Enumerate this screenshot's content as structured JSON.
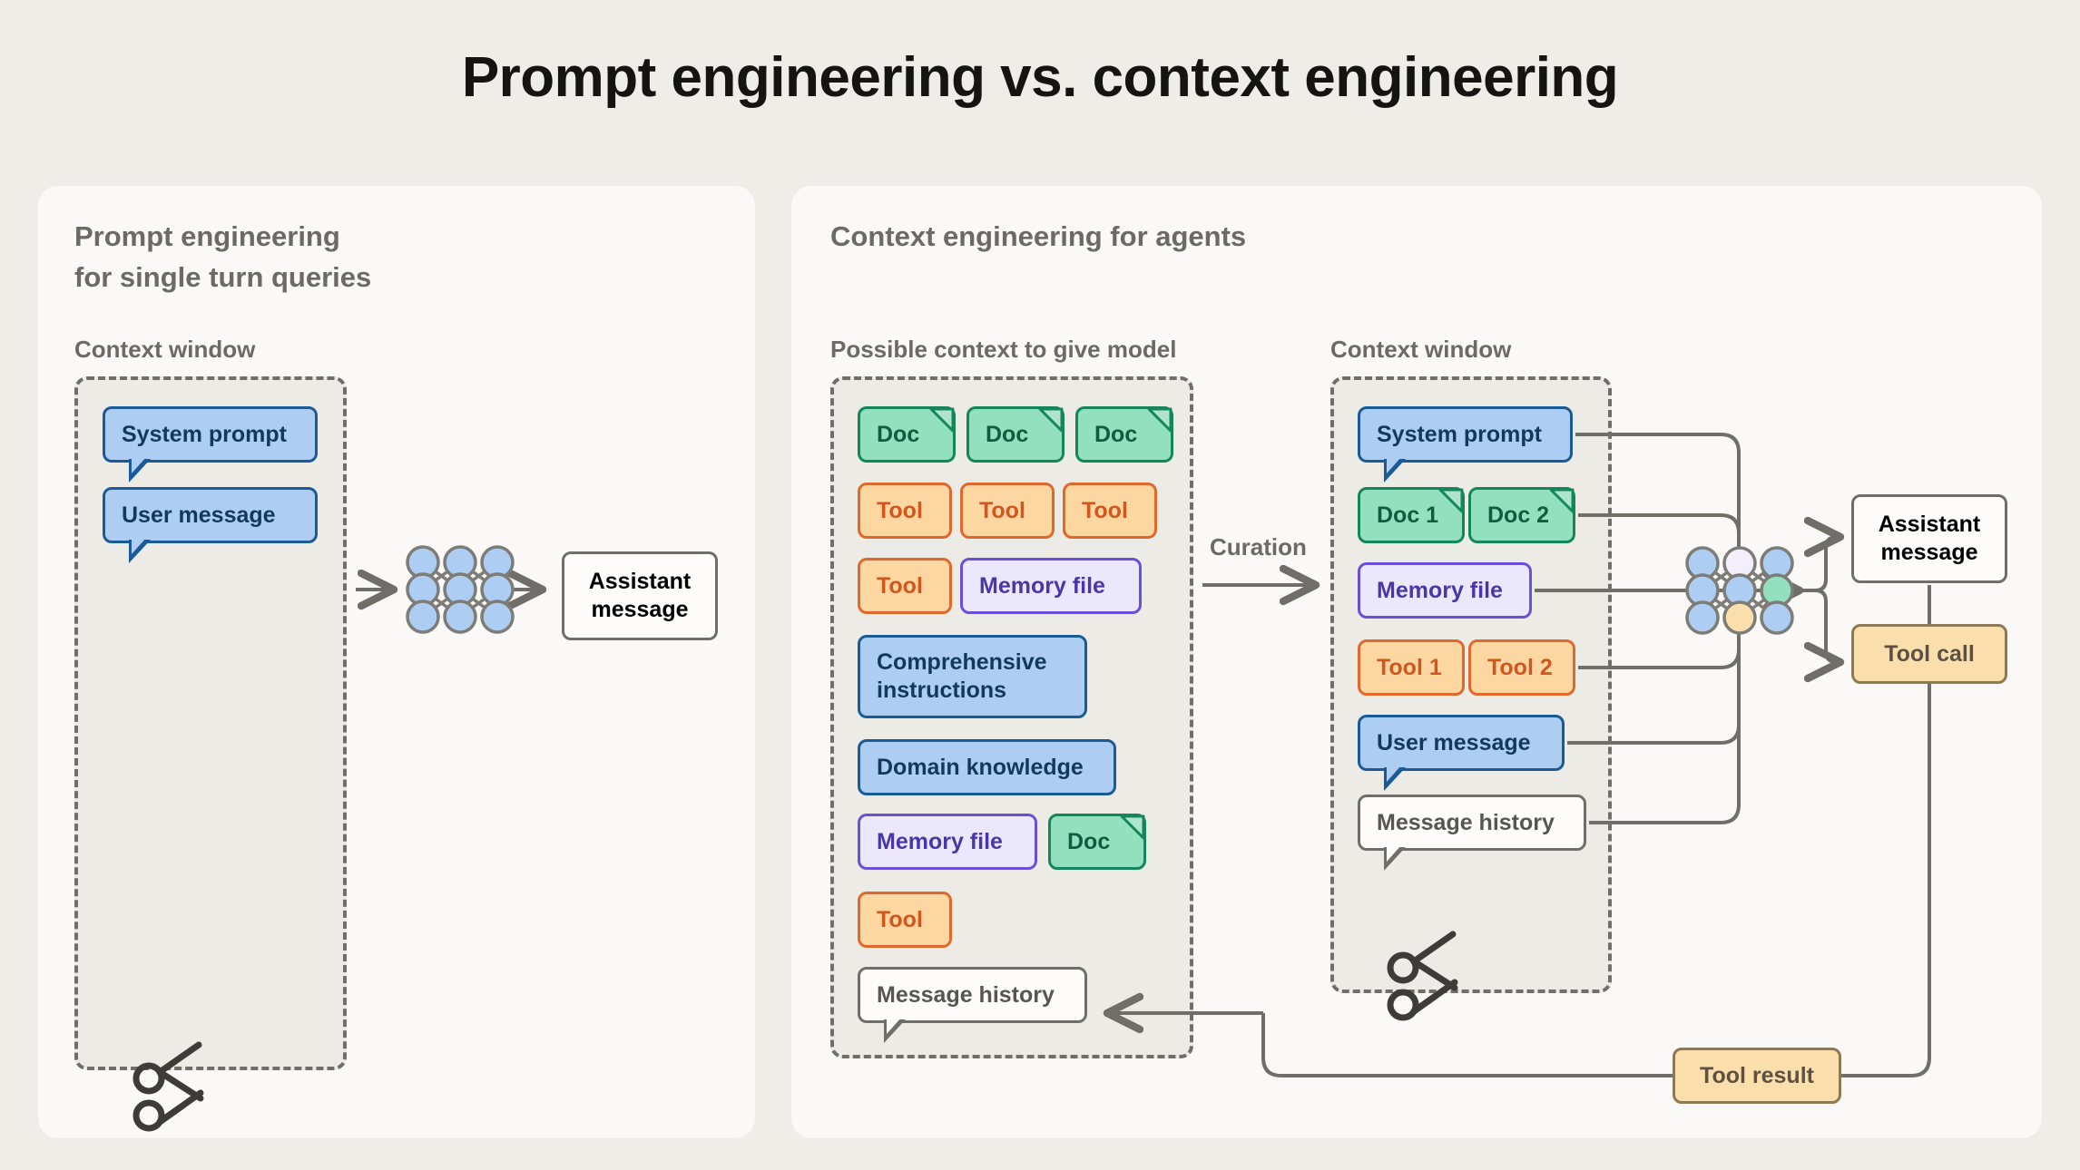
{
  "title": "Prompt engineering vs. context engineering",
  "left_panel": {
    "heading": "Prompt engineering\nfor single turn queries",
    "context_window_label": "Context window",
    "items": [
      {
        "label": "System prompt",
        "kind": "blue-bubble"
      },
      {
        "label": "User message",
        "kind": "blue-bubble"
      }
    ],
    "model_icon": "neural-network-icon",
    "output": {
      "label": "Assistant\nmessage",
      "kind": "white-box"
    },
    "truncation_icon": "scissors-icon"
  },
  "right_panel": {
    "heading": "Context engineering for agents",
    "possible_context_label": "Possible context to give model",
    "context_window_label": "Context window",
    "curation_label": "Curation",
    "possible_context_items": [
      {
        "label": "Doc",
        "kind": "doc"
      },
      {
        "label": "Doc",
        "kind": "doc"
      },
      {
        "label": "Doc",
        "kind": "doc"
      },
      {
        "label": "Tool",
        "kind": "tool"
      },
      {
        "label": "Tool",
        "kind": "tool"
      },
      {
        "label": "Tool",
        "kind": "tool"
      },
      {
        "label": "Tool",
        "kind": "tool"
      },
      {
        "label": "Memory file",
        "kind": "memory"
      },
      {
        "label": "Comprehensive\ninstructions",
        "kind": "instruction"
      },
      {
        "label": "Domain knowledge",
        "kind": "instruction"
      },
      {
        "label": "Memory file",
        "kind": "memory"
      },
      {
        "label": "Doc",
        "kind": "doc"
      },
      {
        "label": "Tool",
        "kind": "tool"
      },
      {
        "label": "Message history",
        "kind": "history-bubble"
      }
    ],
    "context_window_items": [
      {
        "label": "System prompt",
        "kind": "blue-bubble"
      },
      {
        "label": "Doc 1",
        "kind": "doc"
      },
      {
        "label": "Doc 2",
        "kind": "doc"
      },
      {
        "label": "Memory file",
        "kind": "memory"
      },
      {
        "label": "Tool 1",
        "kind": "tool"
      },
      {
        "label": "Tool 2",
        "kind": "tool"
      },
      {
        "label": "User message",
        "kind": "blue-bubble"
      },
      {
        "label": "Message history",
        "kind": "history-bubble"
      }
    ],
    "model_icon": "neural-network-icon",
    "outputs": [
      {
        "label": "Assistant\nmessage",
        "kind": "white-box"
      },
      {
        "label": "Tool call",
        "kind": "tan-box"
      }
    ],
    "tool_result": {
      "label": "Tool result",
      "kind": "tan-box"
    },
    "truncation_icon": "scissors-icon"
  },
  "colors": {
    "page_background": "#efede8",
    "card_background": "#faf9f7",
    "dashed_fill": "#edebe6",
    "blue_fill": "#aecdf2",
    "blue_stroke": "#1a5a96",
    "green_fill": "#93e0bf",
    "green_stroke": "#15855c",
    "orange_fill": "#fcd7a2",
    "orange_stroke": "#e1682c",
    "purple_fill": "#ebe8fd",
    "purple_stroke": "#6b4fd4",
    "tan_fill": "#fadfad",
    "tan_stroke": "#8e7a52",
    "neutral_stroke": "#6f6e69",
    "text_muted": "#6b6a65",
    "title_text": "#141413"
  }
}
